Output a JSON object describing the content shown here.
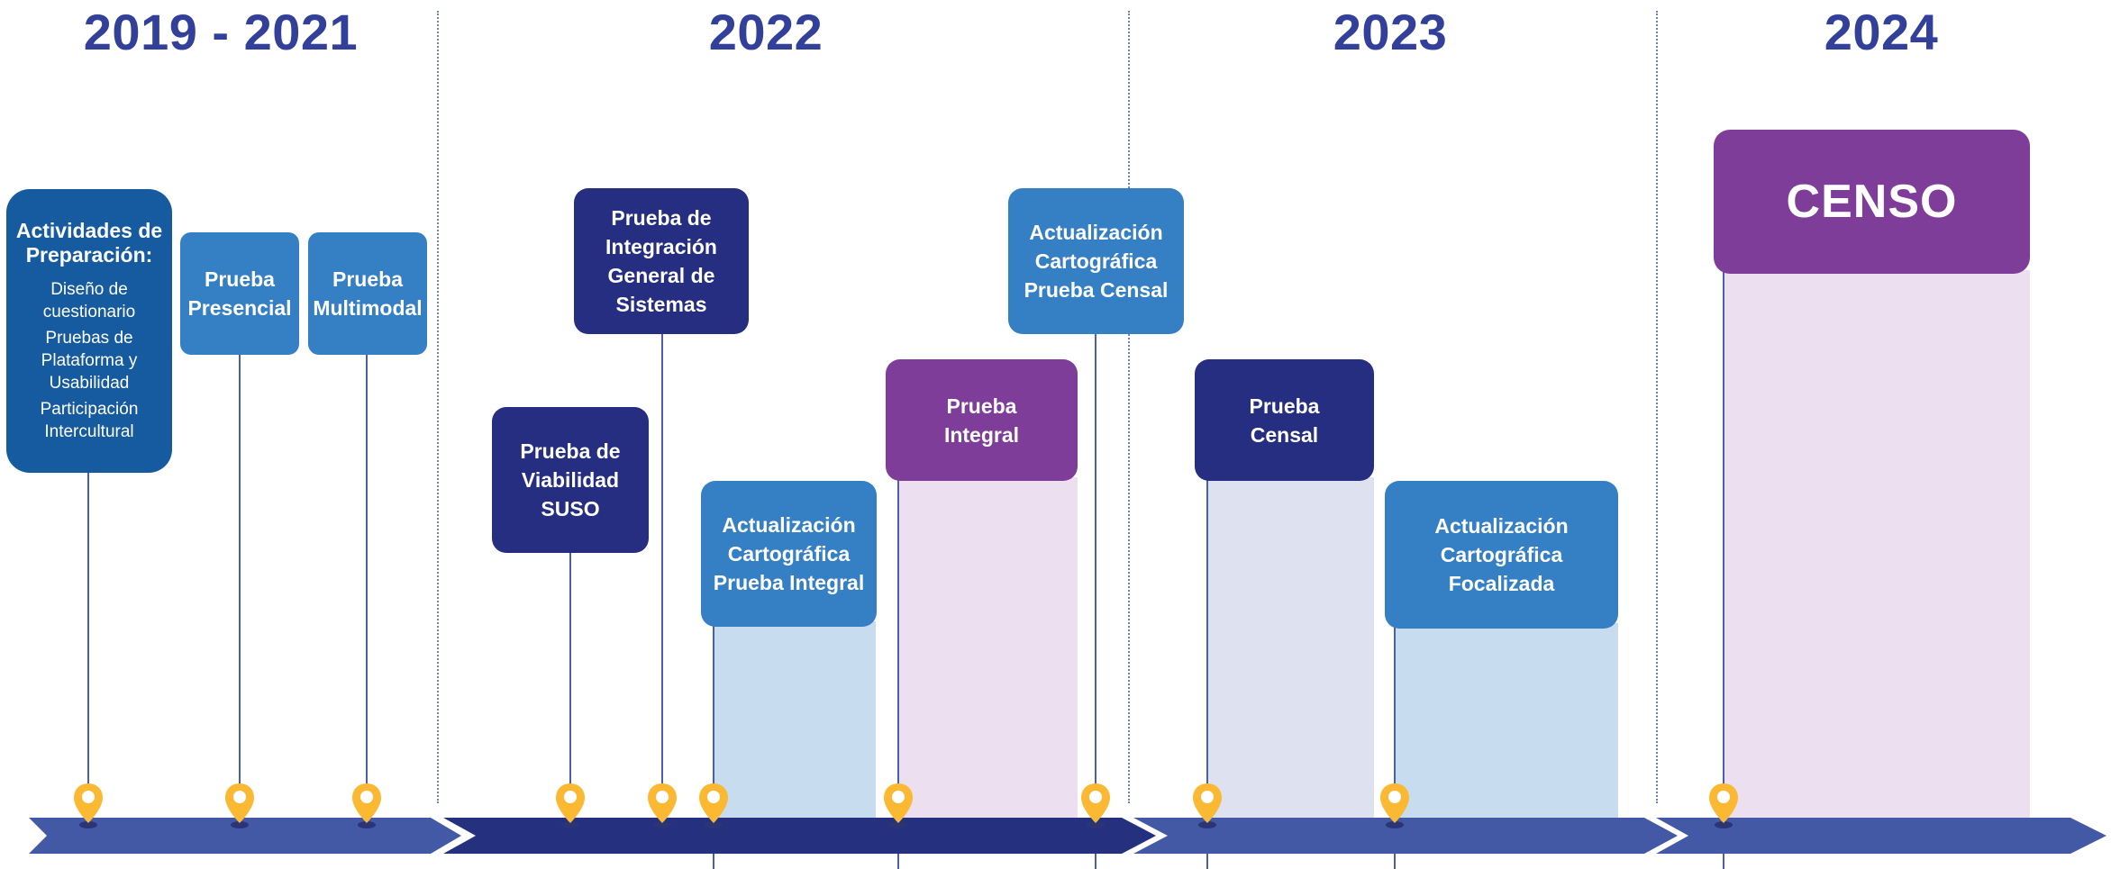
{
  "colors": {
    "year_text": "#33409a",
    "box_medium_blue": "#357fc4",
    "box_dark_navy": "#252e80",
    "box_purple": "#7d3d99",
    "box_preparation": "#165b9f",
    "arrow_light": "#4459a6",
    "arrow_dark": "#25307f",
    "pin_yellow": "#fbb832",
    "shade_blue": "#c7dcef",
    "shade_lavender": "#dee1ef",
    "shade_purple": "#ebdff0"
  },
  "timeline": {
    "periods": [
      {
        "label": "2019 - 2021"
      },
      {
        "label": "2022"
      },
      {
        "label": "2023"
      },
      {
        "label": "2024"
      }
    ],
    "preparation": {
      "title": "Actividades de\nPreparación:",
      "items": [
        "Diseño de\ncuestionario",
        "Pruebas de\nPlataforma y\nUsabilidad",
        "Participación\nIntercultural"
      ]
    },
    "milestones": [
      {
        "label": "Prueba\nPresencial"
      },
      {
        "label": "Prueba\nMultimodal"
      },
      {
        "label": "Prueba de\nViabilidad\nSUSO"
      },
      {
        "label": "Prueba de\nIntegración\nGeneral de\nSistemas"
      },
      {
        "label": "Actualización\nCartográfica\nPrueba Integral"
      },
      {
        "label": "Prueba\nIntegral"
      },
      {
        "label": "Actualización\nCartográfica\nPrueba Censal"
      },
      {
        "label": "Prueba\nCensal"
      },
      {
        "label": "Actualización\nCartográfica\nFocalizada"
      },
      {
        "label": "CENSO"
      }
    ]
  }
}
